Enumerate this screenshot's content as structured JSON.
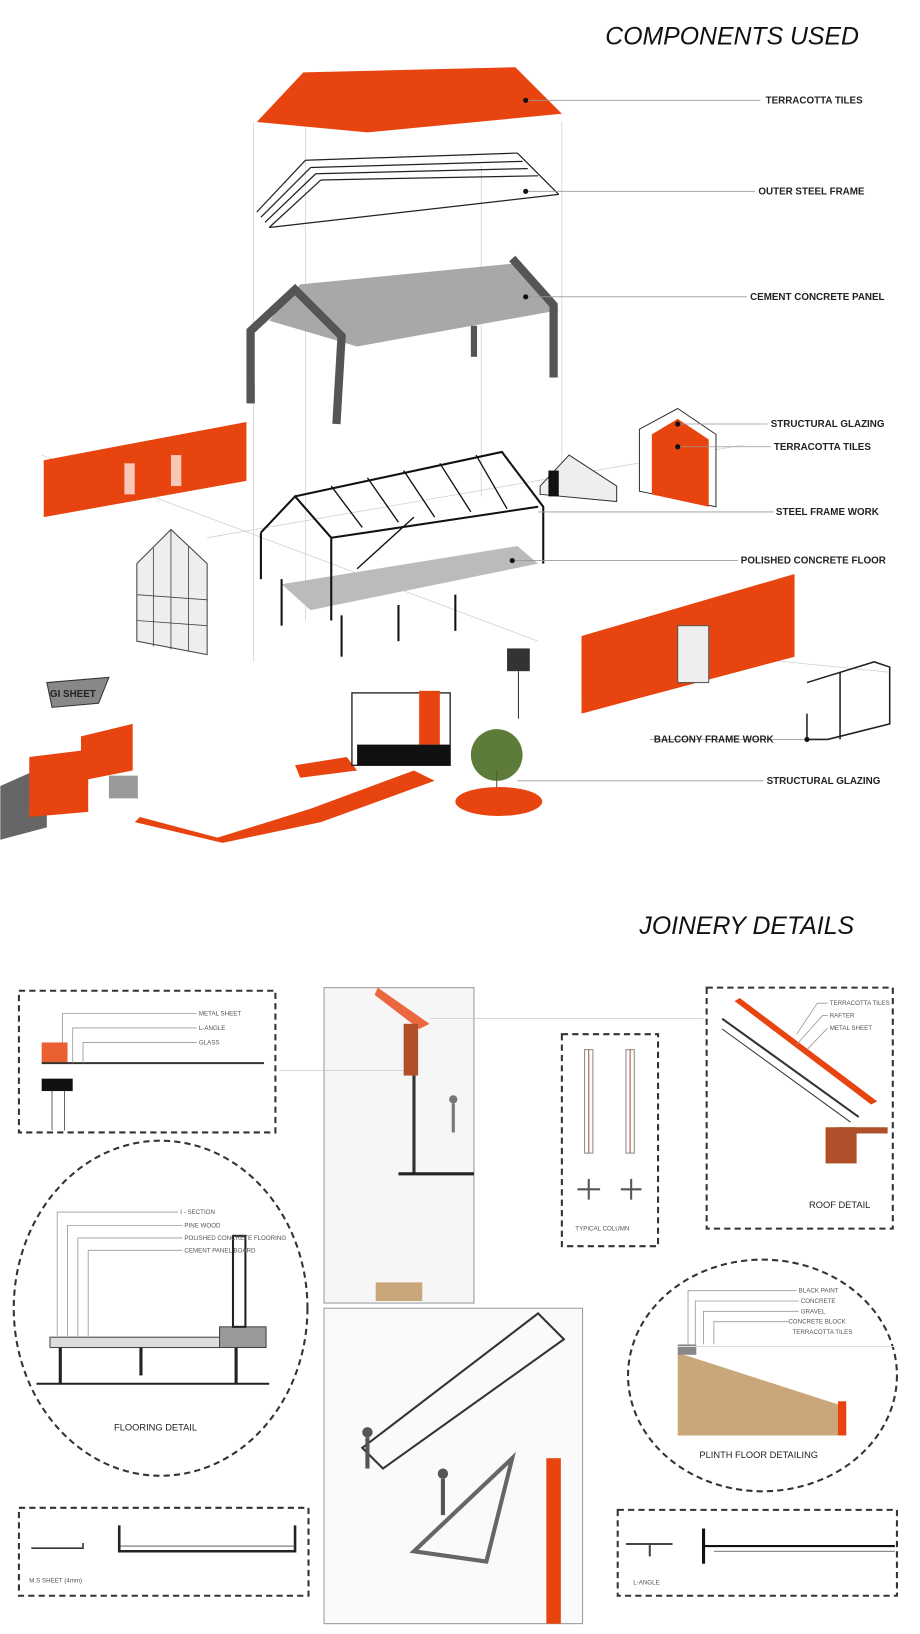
{
  "section1": {
    "title": "COMPONENTS USED",
    "labels": [
      "TERRACOTTA TILES",
      "OUTER STEEL FRAME",
      "CEMENT CONCRETE PANEL",
      "STRUCTURAL GLAZING",
      "TERRACOTTA TILES",
      "STEEL FRAME WORK",
      "POLISHED CONCRETE FLOOR",
      "BALCONY FRAME WORK",
      "STRUCTURAL GLAZING"
    ],
    "gi_sheet": "GI SHEET"
  },
  "section2": {
    "title": "JOINERY DETAILS",
    "glass_detail": {
      "labels": [
        "METAL SHEET",
        "L-ANGLE",
        "GLASS"
      ]
    },
    "typical_column": {
      "caption": "TYPICAL COLUMN"
    },
    "roof_detail": {
      "caption": "ROOF DETAIL",
      "labels": [
        "TERRACOTTA TILES",
        "RAFTER",
        "METAL SHEET"
      ]
    },
    "flooring_detail": {
      "caption": "FLOORING DETAIL",
      "labels": [
        "I - SECTION",
        "PINE WOOD",
        "POLISHED CONCRETE FLOORING",
        "CEMENT PANEL BOARD"
      ]
    },
    "plinth_detail": {
      "caption": "PLINTH FLOOR DETAILING",
      "labels": [
        "BLACK PAINT",
        "CONCRETE",
        "GRAVEL",
        "CONCRETE BLOCK",
        "TERRACOTTA TILES"
      ]
    },
    "ms_sheet": {
      "caption": "M.S SHEET (4mm)"
    },
    "l_angle": {
      "caption": "L-ANGLE"
    }
  },
  "colors": {
    "accent": "#e8440f",
    "frame": "#555555"
  }
}
